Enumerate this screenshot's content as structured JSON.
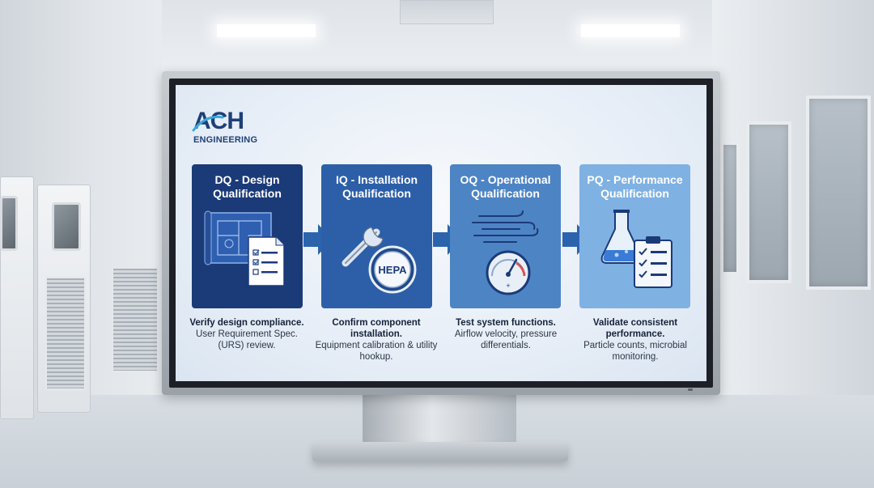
{
  "brand": {
    "logo_main": "ACH",
    "logo_sub": "ENGINEERING"
  },
  "stages": [
    {
      "title": "DQ - Design Qualification",
      "color": "#1b3a78",
      "headline": "Verify design compliance.",
      "body": "User Requirement Spec. (URS) review.",
      "icons": [
        "blueprint-icon",
        "checklist-document-icon"
      ]
    },
    {
      "title": "IQ - Installation Qualification",
      "color": "#2c5fa8",
      "headline": "Confirm component installation.",
      "body": "Equipment calibration & utility hookup.",
      "icons": [
        "wrench-icon",
        "hepa-filter-icon"
      ],
      "badge": "HEPA"
    },
    {
      "title": "OQ - Operational Qualification",
      "color": "#4d84c4",
      "headline": "Test system functions.",
      "body": "Airflow velocity, pressure differentials.",
      "icons": [
        "airflow-icon",
        "pressure-gauge-icon"
      ]
    },
    {
      "title": "PQ - Performance Qualification",
      "color": "#7fb1e3",
      "headline": "Validate consistent performance.",
      "body": "Particle counts, microbial monitoring.",
      "icons": [
        "flask-icon",
        "clipboard-checklist-icon"
      ]
    }
  ],
  "colors": {
    "arrow": "#2b64ad",
    "brand": "#1f3f78"
  }
}
